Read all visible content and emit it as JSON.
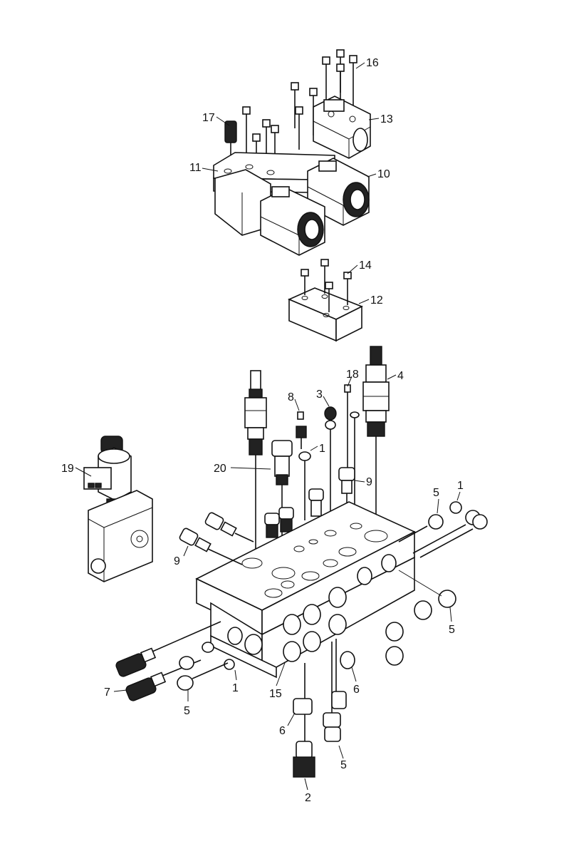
{
  "callouts": [
    {
      "id": "c16",
      "text": "16"
    },
    {
      "id": "c17",
      "text": "17"
    },
    {
      "id": "c13",
      "text": "13"
    },
    {
      "id": "c11",
      "text": "11"
    },
    {
      "id": "c10",
      "text": "10"
    },
    {
      "id": "c14",
      "text": "14"
    },
    {
      "id": "c12",
      "text": "12"
    },
    {
      "id": "c18",
      "text": "18"
    },
    {
      "id": "c4",
      "text": "4"
    },
    {
      "id": "c8",
      "text": "8"
    },
    {
      "id": "c3",
      "text": "3"
    },
    {
      "id": "c1a",
      "text": "1"
    },
    {
      "id": "c19",
      "text": "19"
    },
    {
      "id": "c20",
      "text": "20"
    },
    {
      "id": "c9a",
      "text": "9"
    },
    {
      "id": "c5a",
      "text": "5"
    },
    {
      "id": "c1b",
      "text": "1"
    },
    {
      "id": "c9b",
      "text": "9"
    },
    {
      "id": "c5b",
      "text": "5"
    },
    {
      "id": "c7",
      "text": "7"
    },
    {
      "id": "c1c",
      "text": "1"
    },
    {
      "id": "c5c",
      "text": "5"
    },
    {
      "id": "c15",
      "text": "15"
    },
    {
      "id": "c6a",
      "text": "6"
    },
    {
      "id": "c6b",
      "text": "6"
    },
    {
      "id": "c5d",
      "text": "5"
    },
    {
      "id": "c2",
      "text": "2"
    }
  ]
}
